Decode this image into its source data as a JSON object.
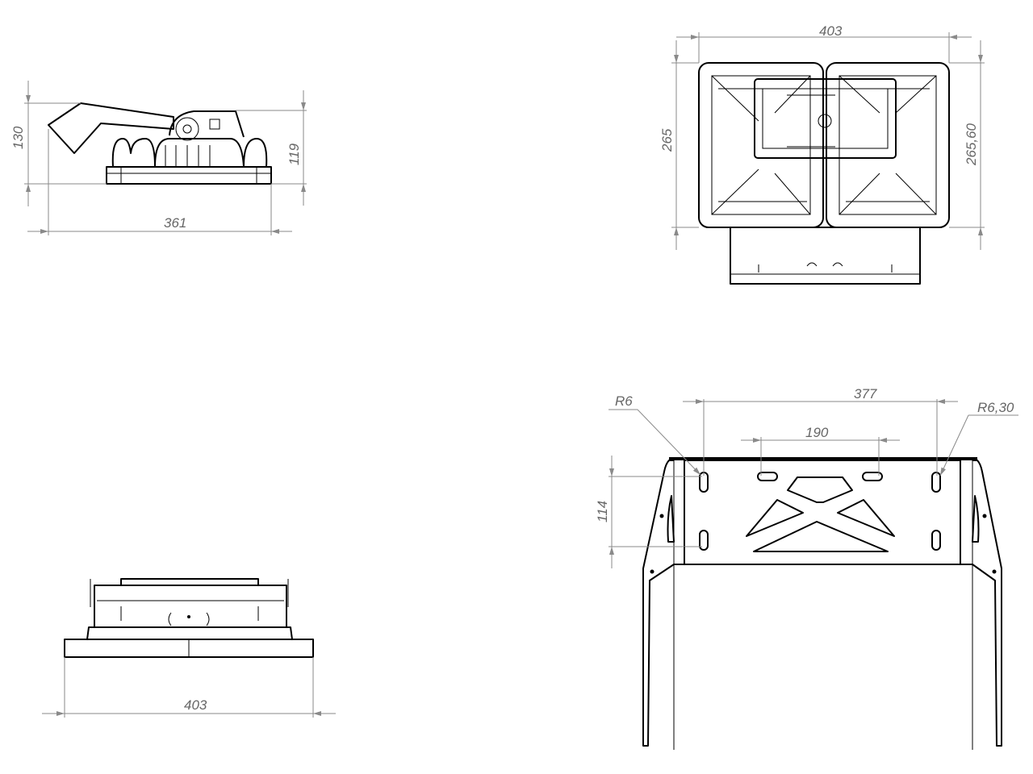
{
  "views": {
    "side": {
      "height_total": "130",
      "height_body": "119",
      "length": "361"
    },
    "top": {
      "width": "403",
      "depth_left": "265",
      "depth_right": "265,60"
    },
    "front": {
      "width": "403"
    },
    "bracket": {
      "hole_span_outer": "377",
      "hole_span_inner": "190",
      "hole_vertical": "114",
      "radius_left": "R6",
      "radius_right": "R6,30"
    }
  },
  "colors": {
    "line": "#000000",
    "dimension": "#8a8a8a",
    "text": "#666666"
  }
}
